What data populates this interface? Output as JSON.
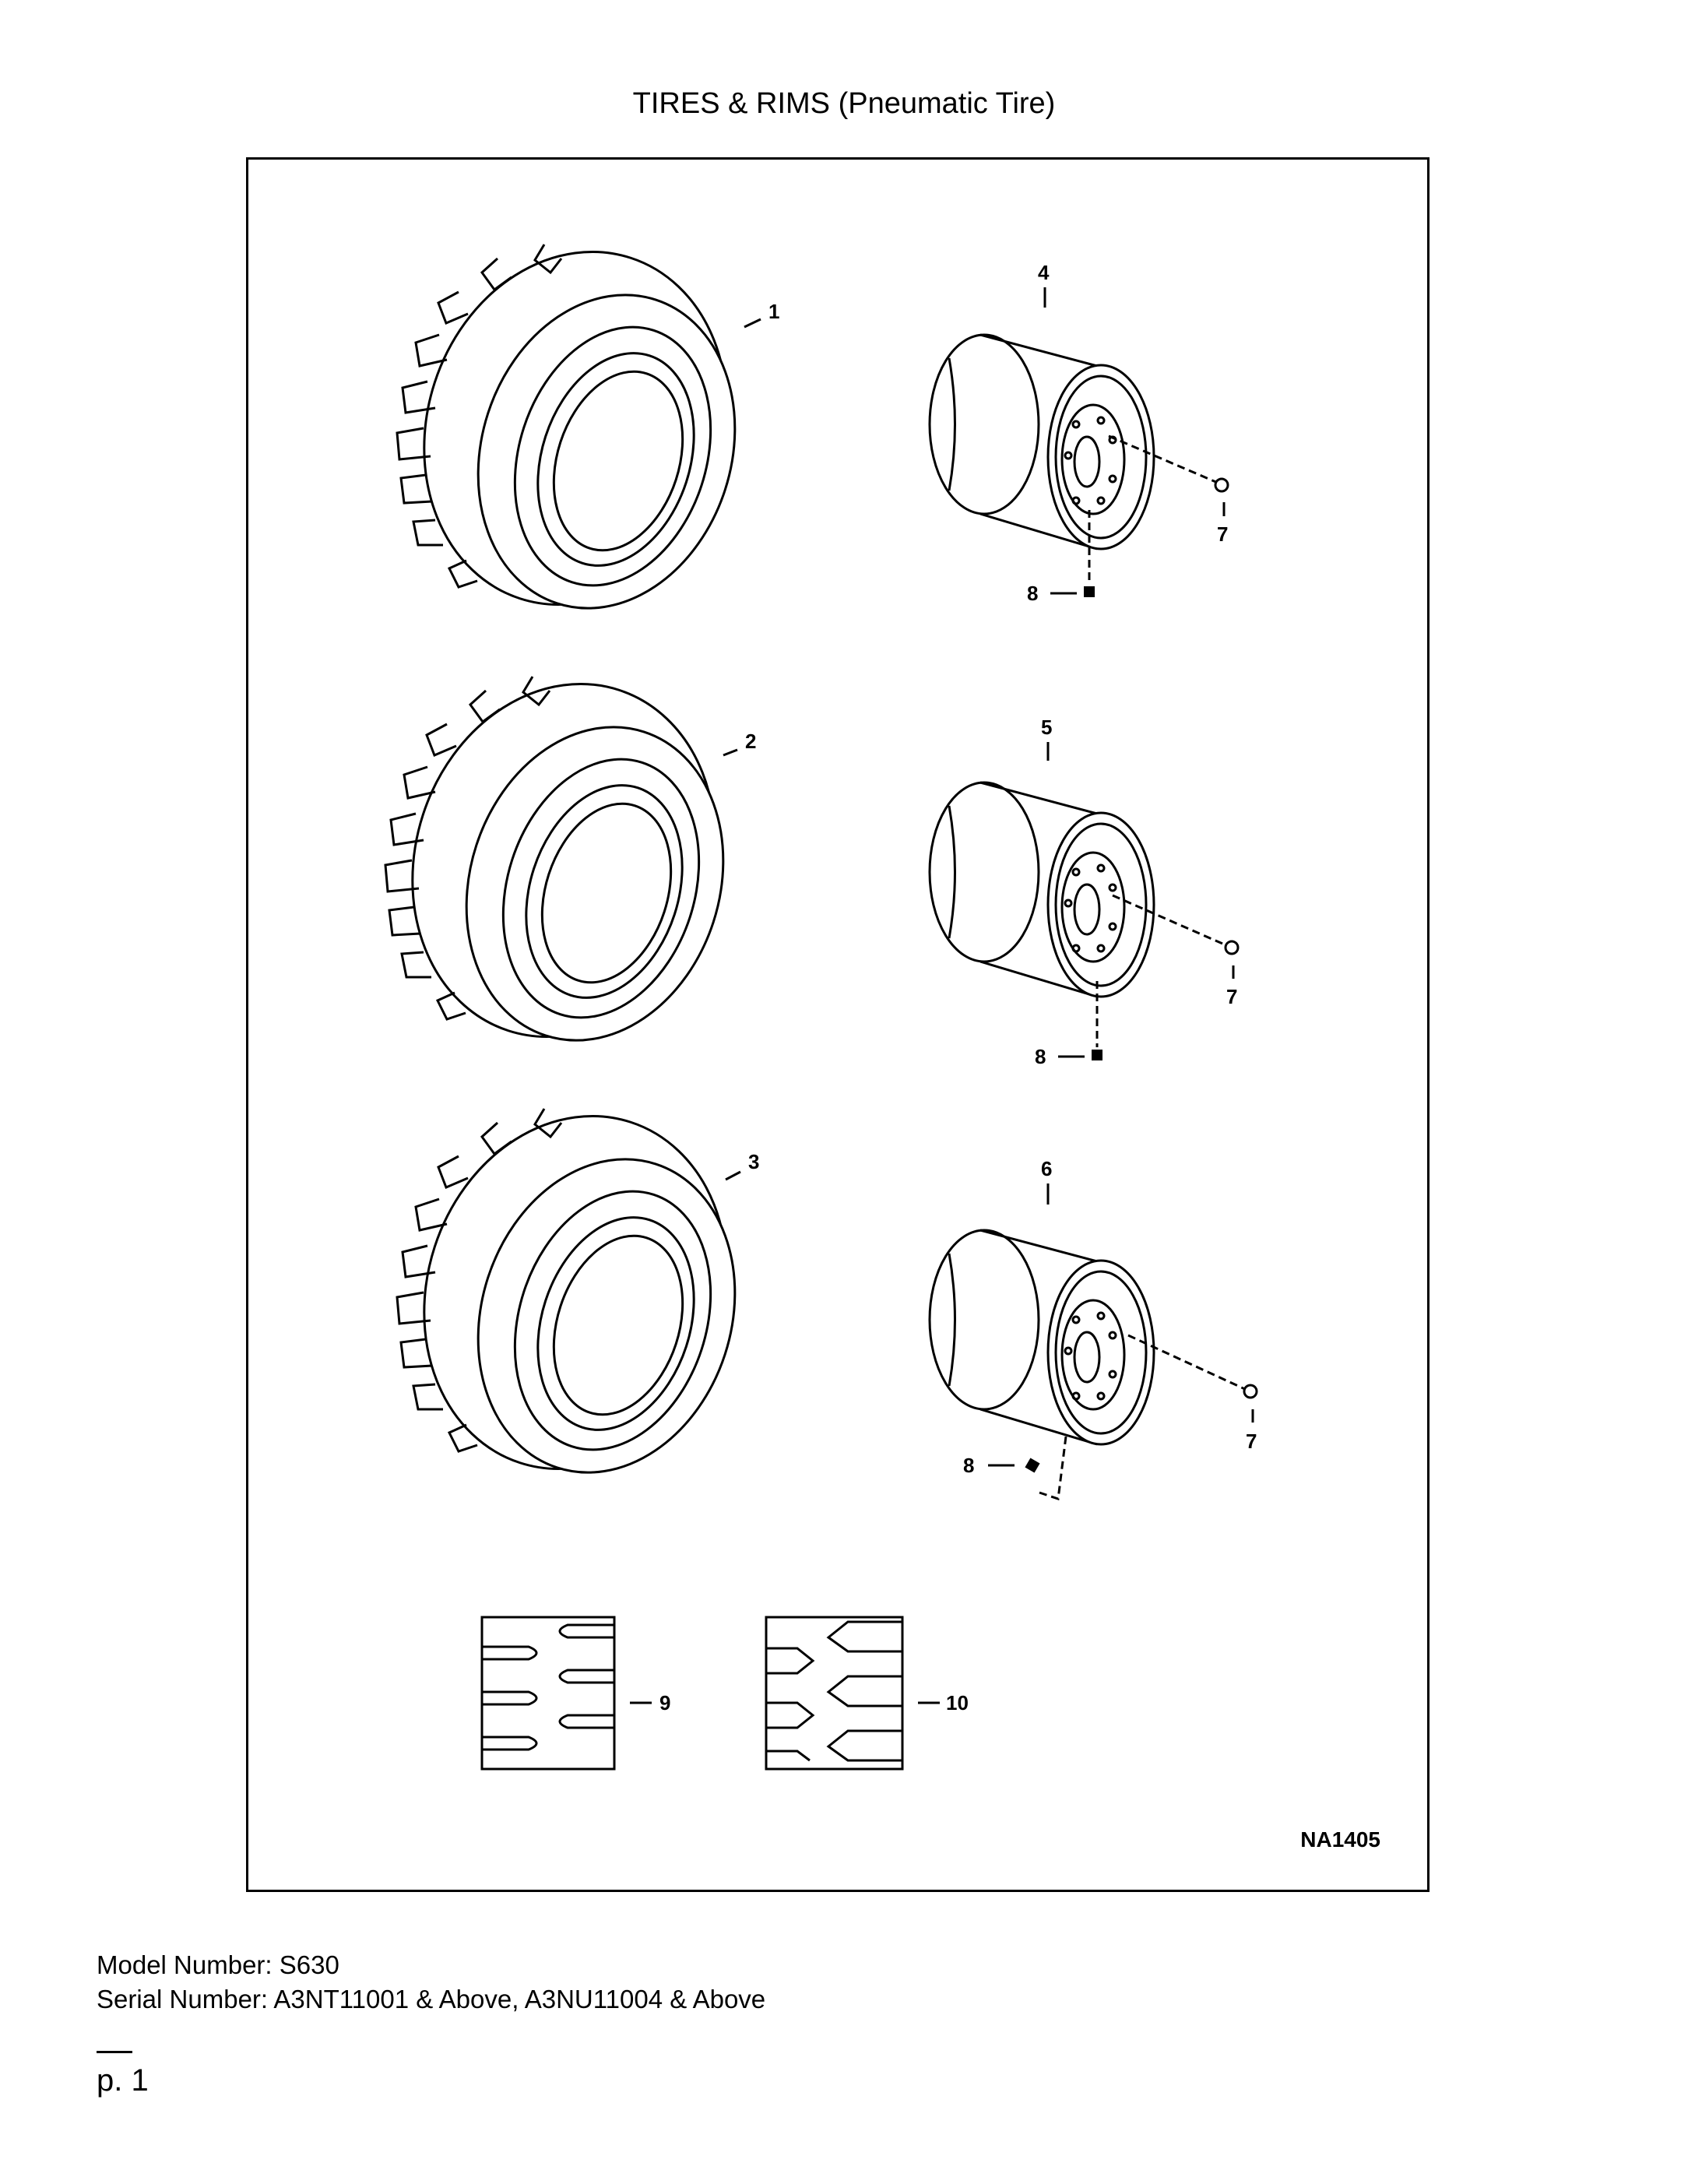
{
  "header": {
    "title": "TIRES & RIMS (Pneumatic Tire)"
  },
  "figure": {
    "reference_code": "NA1405",
    "callouts": [
      "1",
      "2",
      "3",
      "4",
      "5",
      "6",
      "7",
      "8",
      "9",
      "10"
    ]
  },
  "footer": {
    "model_line": "Model Number: S630",
    "serial_line": "Serial Number: A3NT11001 & Above, A3NU11004 & Above",
    "page_number": "p. 1"
  }
}
